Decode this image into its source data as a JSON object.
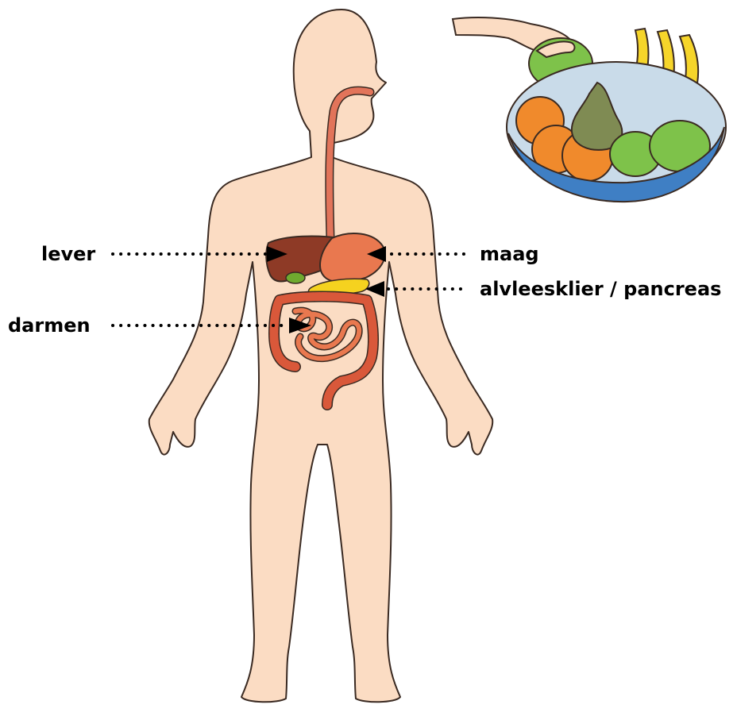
{
  "labels": {
    "liver": "lever",
    "stomach": "maag",
    "pancreas": "alvleesklier / pancreas",
    "intestines": "darmen"
  },
  "colors": {
    "skin": "#fbdcc3",
    "outline": "#3a2a22",
    "esophagus": "#e2745a",
    "liver": "#8e3a26",
    "stomach": "#e9784f",
    "pancreas": "#f5d21f",
    "gallbladder": "#6faa2f",
    "intestine": "#d9583a",
    "bowl": "#3f7fc4",
    "bowl_inner": "#c9dbe9",
    "banana": "#f6d52a",
    "orange": "#f08a2c",
    "pear": "#7f8b53",
    "apple": "#7ec24a",
    "arrow": "#000000"
  }
}
